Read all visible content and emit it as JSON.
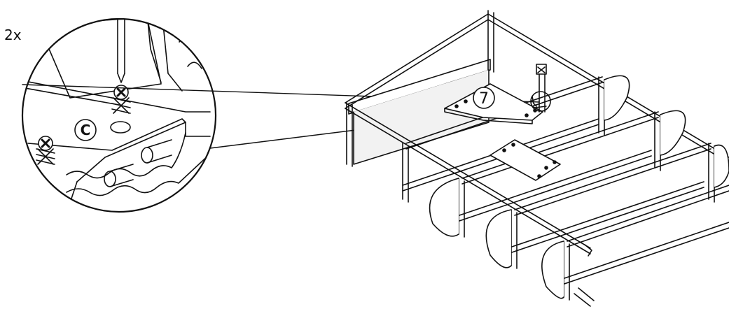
{
  "diagram": {
    "quantity_label": "2x",
    "detail_callout_label": "C",
    "part_number_label": "7"
  },
  "colors": {
    "line": "#111111",
    "fill": "#ffffff",
    "panel_fill": "#f2f2f2"
  }
}
